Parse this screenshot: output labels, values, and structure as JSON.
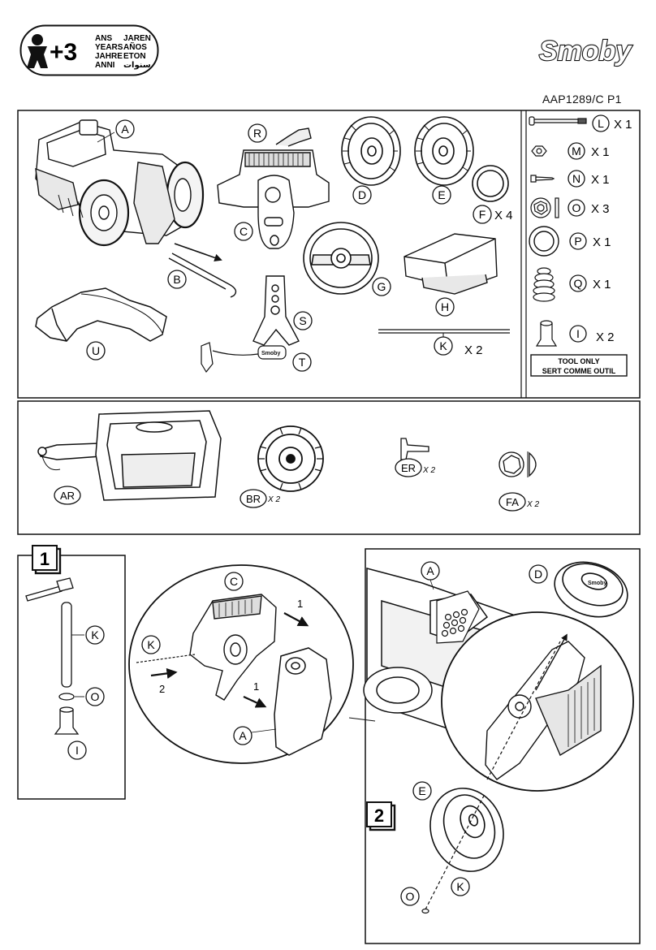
{
  "age_badge": {
    "symbol_text": "+3",
    "lines_left": [
      "ANS",
      "YEARS",
      "JAHRE",
      "ANNI"
    ],
    "lines_right": [
      "JAREN",
      "AÑOS",
      "ETON",
      "سنوات"
    ]
  },
  "brand": {
    "name": "Smoby"
  },
  "doc_ref": "AAP1289/C  P1",
  "parts_top": {
    "A": "A",
    "R": "R",
    "D": "D",
    "E": "E",
    "F": "F",
    "F_qty": "X 4",
    "C": "C",
    "B": "B",
    "G": "G",
    "H": "H",
    "S": "S",
    "T": "T",
    "U": "U",
    "K": "K",
    "K_qty": "X 2"
  },
  "hardware": [
    {
      "letter": "L",
      "qty": "X 1"
    },
    {
      "letter": "M",
      "qty": "X 1"
    },
    {
      "letter": "N",
      "qty": "X 1"
    },
    {
      "letter": "O",
      "qty": "X 3"
    },
    {
      "letter": "P",
      "qty": "X 1"
    },
    {
      "letter": "Q",
      "qty": "X 1"
    },
    {
      "letter": "I",
      "qty": "X 2"
    }
  ],
  "tool_note": {
    "line1": "TOOL ONLY",
    "line2": "SERT COMME OUTIL"
  },
  "trailer_parts": {
    "AR": "AR",
    "BR": "BR",
    "BR_qty": "X 2",
    "ER": "ER",
    "ER_qty": "X 2",
    "FA": "FA",
    "FA_qty": "X 2"
  },
  "step1": {
    "number": "1",
    "left_labels": {
      "K": "K",
      "O": "O",
      "I": "I"
    },
    "detail_labels": {
      "C": "C",
      "K": "K",
      "A": "A",
      "arrow1a": "1",
      "arrow1b": "1",
      "arrow2": "2"
    }
  },
  "step2": {
    "number": "2",
    "labels": {
      "A": "A",
      "D": "D",
      "E": "E",
      "K": "K",
      "O": "O"
    }
  },
  "colors": {
    "line": "#111111",
    "paper": "#ffffff",
    "shade": "#d9d9d9"
  }
}
